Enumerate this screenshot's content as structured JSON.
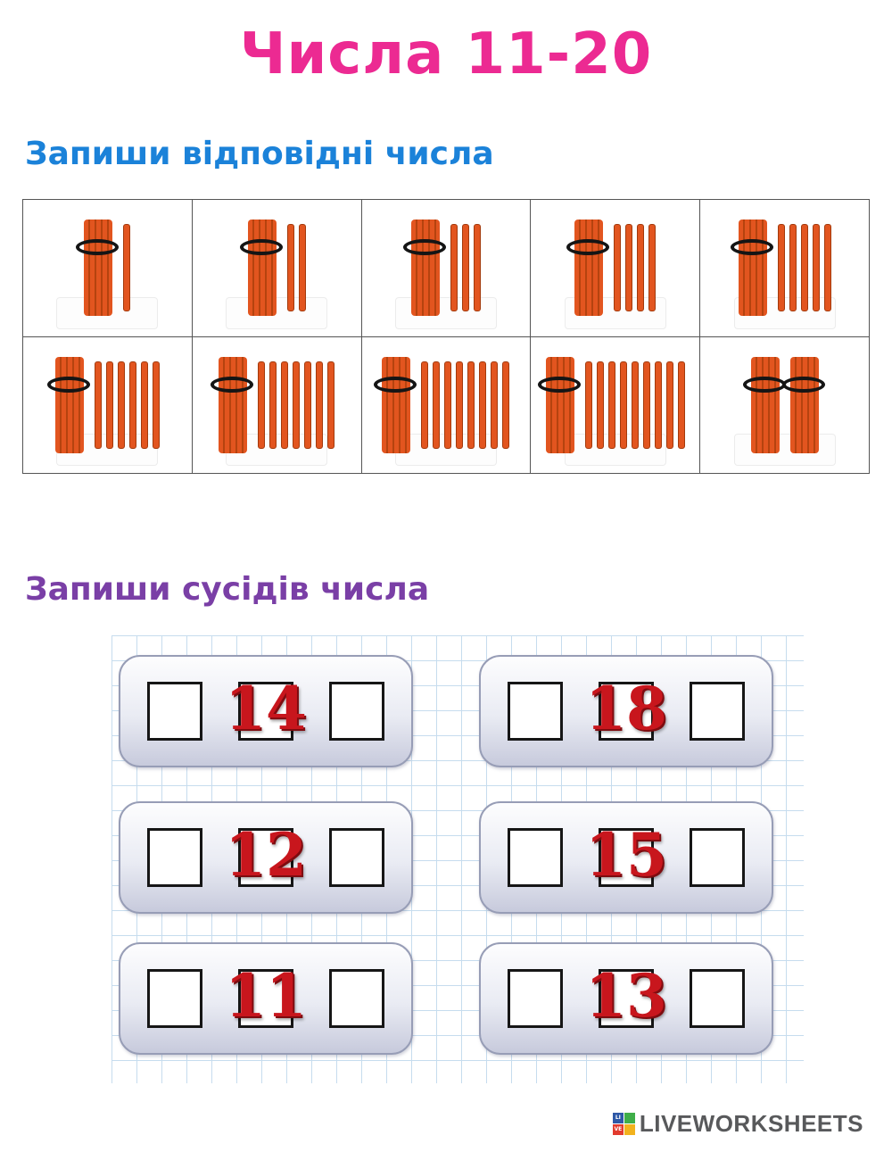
{
  "title": "Числа 11-20",
  "section1": {
    "heading": "Запиши відповідні числа"
  },
  "sticks_grid": {
    "cells": [
      {
        "bundles": 1,
        "sticks": 1
      },
      {
        "bundles": 1,
        "sticks": 2
      },
      {
        "bundles": 1,
        "sticks": 3
      },
      {
        "bundles": 1,
        "sticks": 4
      },
      {
        "bundles": 1,
        "sticks": 5
      },
      {
        "bundles": 1,
        "sticks": 6
      },
      {
        "bundles": 1,
        "sticks": 7
      },
      {
        "bundles": 1,
        "sticks": 8
      },
      {
        "bundles": 1,
        "sticks": 9
      },
      {
        "bundles": 2,
        "sticks": 0
      }
    ]
  },
  "section2": {
    "heading": "Запиши сусідів числа"
  },
  "neighbors": {
    "cards": [
      {
        "number": "14"
      },
      {
        "number": "18"
      },
      {
        "number": "12"
      },
      {
        "number": "15"
      },
      {
        "number": "11"
      },
      {
        "number": "13"
      }
    ]
  },
  "footer": {
    "brand": "LIVEWORKSHEETS",
    "logo_letters": [
      "LI",
      "VE"
    ]
  },
  "colors": {
    "title_pink": "#ec2a92",
    "heading_blue": "#1b82d9",
    "heading_purple": "#7a3fa6",
    "stick_orange": "#e2551f",
    "number_red": "#c8161d",
    "grid_line_blue": "#c6dcee"
  }
}
